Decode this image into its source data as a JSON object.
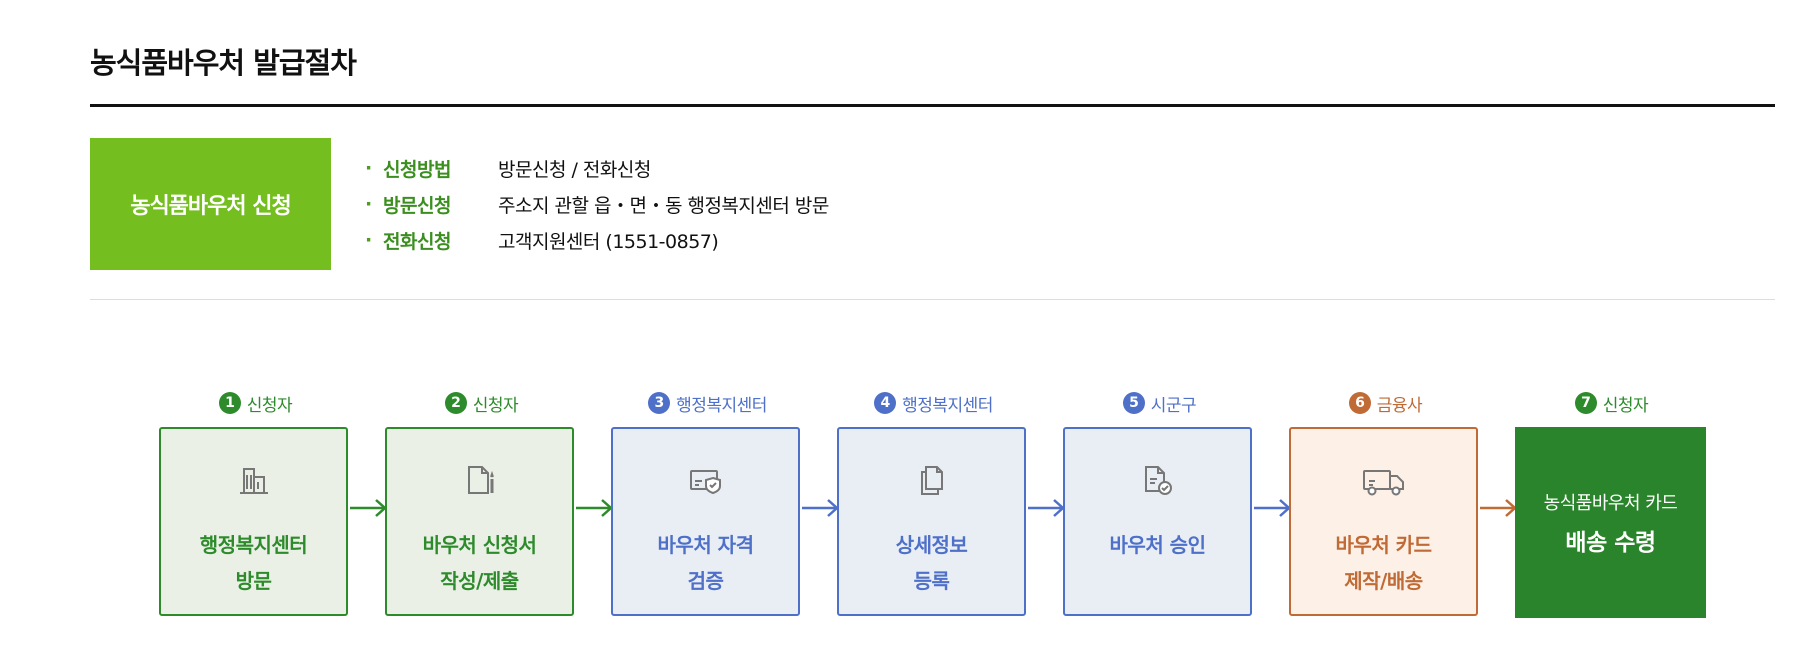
{
  "page": {
    "title": "농식품바우처 발급절차"
  },
  "application": {
    "box_label": "농식품바우처 신청",
    "items": [
      {
        "label": "신청방법",
        "value": "방문신청 / 전화신청"
      },
      {
        "label": "방문신청",
        "value": "주소지 관할 읍・면・동 행정복지센터 방문"
      },
      {
        "label": "전화신청",
        "value": "고객지원센터 (1551-0857)"
      }
    ]
  },
  "steps": [
    {
      "num": "1",
      "actor": "신청자",
      "line1": "행정복지센터",
      "line2": "방문",
      "icon": "building-icon",
      "color": "#2e8b2c"
    },
    {
      "num": "2",
      "actor": "신청자",
      "line1": "바우처 신청서",
      "line2": "작성/제출",
      "icon": "document-pen-icon",
      "color": "#2e8b2c"
    },
    {
      "num": "3",
      "actor": "행정복지센터",
      "line1": "바우처 자격",
      "line2": "검증",
      "icon": "card-shield-icon",
      "color": "#4e70c8"
    },
    {
      "num": "4",
      "actor": "행정복지센터",
      "line1": "상세정보",
      "line2": "등록",
      "icon": "documents-icon",
      "color": "#4e70c8"
    },
    {
      "num": "5",
      "actor": "시군구",
      "line1": "바우처 승인",
      "line2": "",
      "icon": "document-check-icon",
      "color": "#4e70c8"
    },
    {
      "num": "6",
      "actor": "금융사",
      "line1": "바우처 카드",
      "line2": "제작/배송",
      "icon": "delivery-truck-icon",
      "color": "#c06a35"
    },
    {
      "num": "7",
      "actor": "신청자",
      "line1": "농식품바우처 카드",
      "line2": "배송 수령",
      "icon": "",
      "color": "#2a842b"
    }
  ]
}
